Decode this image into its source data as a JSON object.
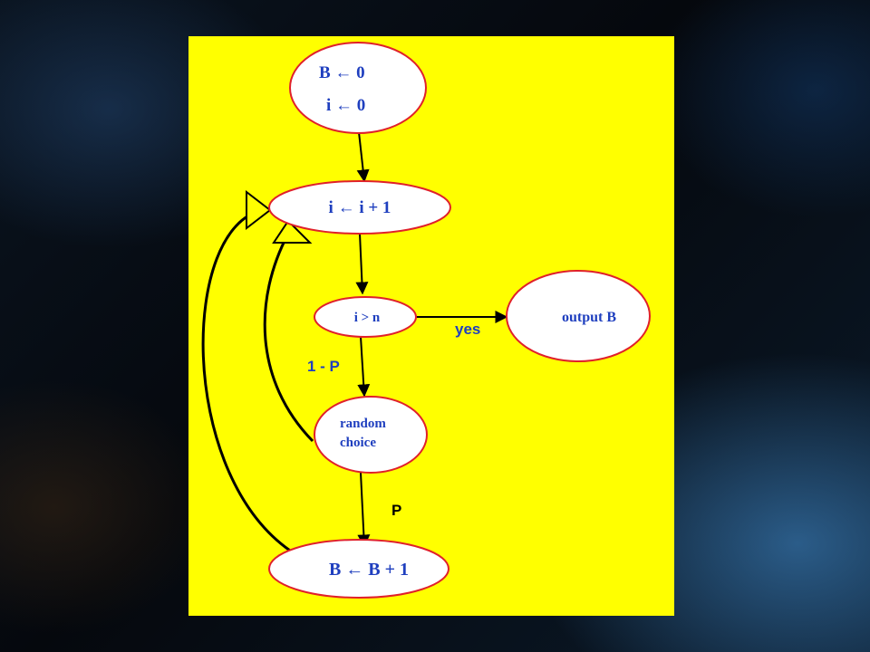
{
  "colors": {
    "panel": "#ffff00",
    "node_stroke": "#e0202a",
    "node_fill": "#ffffff",
    "node_text": "#1f3fbf",
    "arrow": "#000000",
    "label_blue": "#1f3fbf",
    "label_black": "#000000"
  },
  "nodes": {
    "init": {
      "line1": "B ←   0",
      "line2": "i  ←   0"
    },
    "increment": {
      "label": "i ←   i  +  1"
    },
    "test": {
      "label": "i > n"
    },
    "output": {
      "label": "output B"
    },
    "choice": {
      "line1": "random",
      "line2": "choice"
    },
    "increment_b": {
      "label": "B ←  B + 1"
    }
  },
  "edges": {
    "yes": "yes",
    "one_minus_p": "1 - P",
    "p": "P"
  }
}
